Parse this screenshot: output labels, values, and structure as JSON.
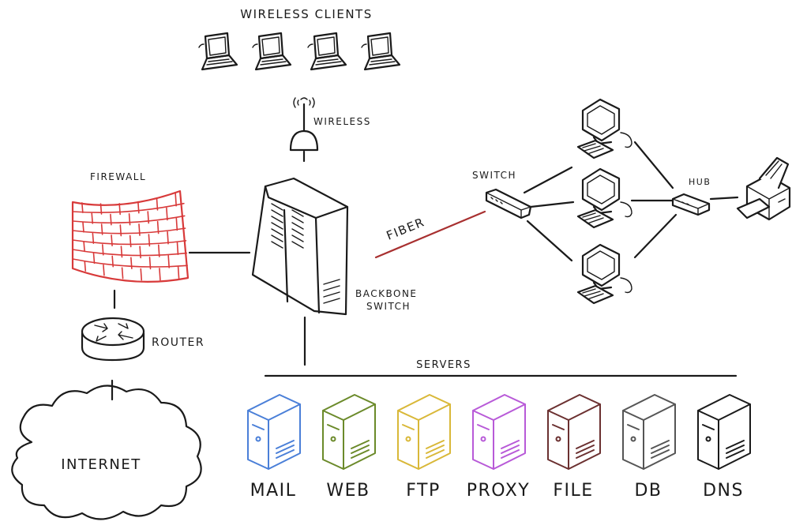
{
  "labels": {
    "wireless_clients": "WIRELESS CLIENTS",
    "wireless": "WIRELESS",
    "firewall": "FIREWALL",
    "router": "ROUTER",
    "internet": "INTERNET",
    "fiber": "FIBER",
    "switch": "SWITCH",
    "hub": "HUB",
    "backbone_switch_line1": "BACKBONE",
    "backbone_switch_line2": "SWITCH",
    "servers": "SERVERS"
  },
  "servers": [
    {
      "label": "MAIL",
      "color": "#4a7fd8"
    },
    {
      "label": "WEB",
      "color": "#6b8a2a"
    },
    {
      "label": "FTP",
      "color": "#d9b838"
    },
    {
      "label": "PROXY",
      "color": "#b85ad8"
    },
    {
      "label": "FILE",
      "color": "#6b3030"
    },
    {
      "label": "DB",
      "color": "#555555"
    },
    {
      "label": "DNS",
      "color": "#1a1a1a"
    }
  ],
  "colors": {
    "firewall": "#d83a3a",
    "fiber": "#a83030",
    "ink": "#1a1a1a"
  }
}
